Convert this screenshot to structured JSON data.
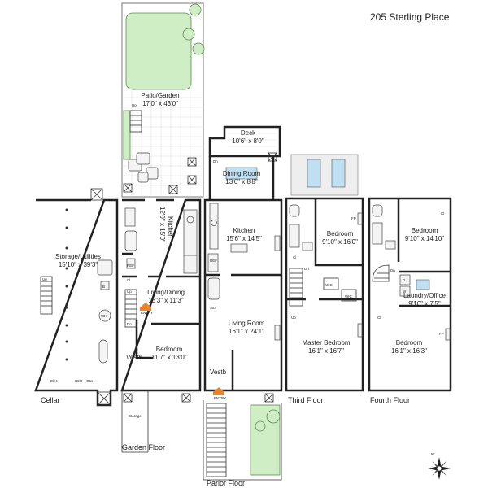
{
  "title": "205 Sterling Place",
  "floors": {
    "cellar": "Cellar",
    "garden": "Garden Floor",
    "parlor": "Parlor Floor",
    "third": "Third Floor",
    "fourth": "Fourth Floor"
  },
  "rooms": {
    "patio_name": "Patio/Garden",
    "patio_dim": "17'0\" x 43'0\"",
    "deck_name": "Deck",
    "deck_dim": "10'6\" x 8'0\"",
    "dining_name": "Dining Room",
    "dining_dim": "13'6\" x 8'8\"",
    "storage_name": "Storage/Utilities",
    "storage_dim": "15'10\" x 39'3\"",
    "garden_kitchen_name": "Kitchen",
    "garden_kitchen_dim": "12'0\" x 15'0\"",
    "living_dining_name": "Living/Dining",
    "living_dining_dim": "13'3\" x 11'3\"",
    "garden_bedroom_name": "Bedroom",
    "garden_bedroom_dim": "11'7\" x 13'0\"",
    "garden_vestb": "Vestb",
    "garden_storage": "Storage",
    "parlor_kitchen_name": "Kitchen",
    "parlor_kitchen_dim": "15'6\" x 14'5\"",
    "living_room_name": "Living Room",
    "living_room_dim": "16'1\" x 24'1\"",
    "parlor_vestb": "Vestb",
    "third_bedroom_name": "Bedroom",
    "third_bedroom_dim": "9'10\" x 16'0\"",
    "master_name": "Master Bedroom",
    "master_dim": "16'1\" x 16'7\"",
    "fourth_bedroom_top_name": "Bedroom",
    "fourth_bedroom_top_dim": "9'10\" x 14'10\"",
    "laundry_name": "Laundry/Office",
    "laundry_dim": "9'10\" x 7'5\"",
    "fourth_bedroom_bottom_name": "Bedroom",
    "fourth_bedroom_bottom_dim": "16'1\" x 16'3\""
  },
  "labels": {
    "up": "Up",
    "dn": "Dn",
    "cl": "Cl",
    "ref": "REF",
    "fp": "FP",
    "wic": "WIC",
    "stor": "Stor",
    "elec": "Elec",
    "h2o": "H2O",
    "gas": "Gas",
    "b": "B",
    "wh": "WH",
    "w": "W",
    "d": "D",
    "entry": "ENTRY",
    "north": "N"
  },
  "colors": {
    "wall": "#222222",
    "garden_green": "#cfeec5",
    "entry_marker": "#e8842c",
    "skylight": "#bfe0f3"
  }
}
